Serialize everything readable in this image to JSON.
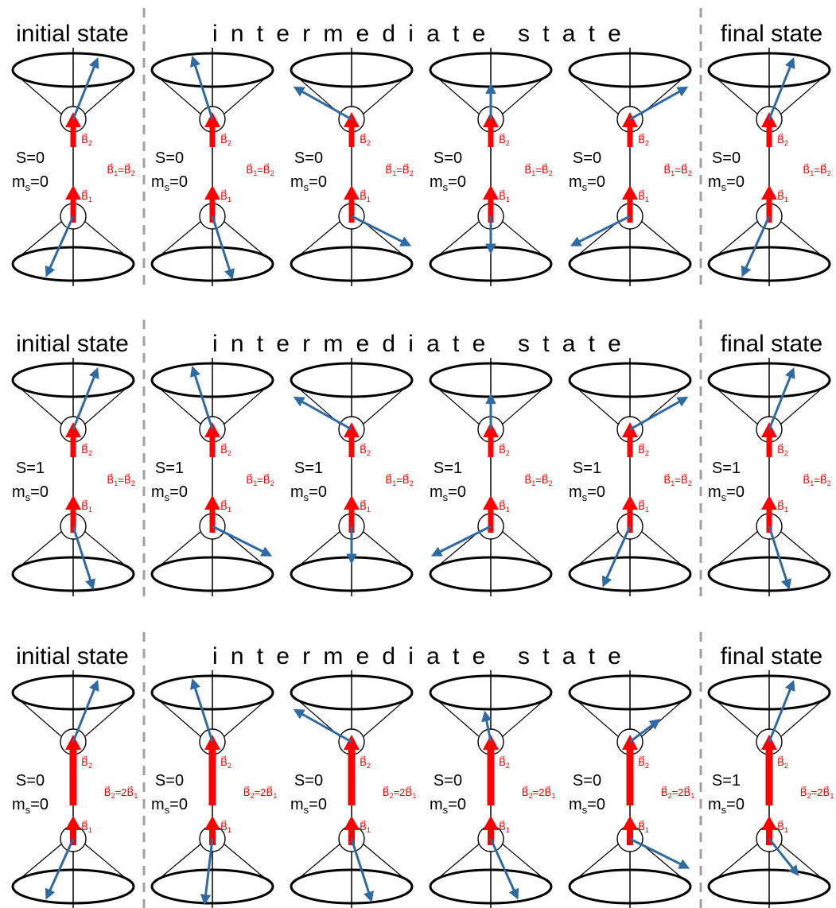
{
  "headers": {
    "initial": "initial state",
    "intermediate": "intermediate state",
    "final": "final state"
  },
  "symbols": {
    "field": "B",
    "vector_arrow": "⃗",
    "spin_prefix": "S=",
    "ms_prefix": "m",
    "ms_sub": "s",
    "ms_suffix": "=0"
  },
  "colors": {
    "field_arrow": "#ff0000",
    "spin_vector": "#2e6aa3",
    "cone": "#000000",
    "divider": "#a0a0a0"
  },
  "rows": [
    {
      "name": "row-1",
      "relation": "B1=B2",
      "panels": [
        {
          "stage": "initial",
          "S": "0",
          "ms": "0",
          "top": "right",
          "bottom": "left"
        },
        {
          "stage": "intermediate",
          "S": "0",
          "ms": "0",
          "top": "left",
          "bottom": "right-near"
        },
        {
          "stage": "intermediate",
          "S": "0",
          "ms": "0",
          "top": "far-left",
          "bottom": "far-right"
        },
        {
          "stage": "intermediate",
          "S": "0",
          "ms": "0",
          "top": "back",
          "bottom": "front"
        },
        {
          "stage": "intermediate",
          "S": "0",
          "ms": "0",
          "top": "far-right",
          "bottom": "far-left"
        },
        {
          "stage": "final",
          "S": "0",
          "ms": "0",
          "top": "right",
          "bottom": "left"
        }
      ]
    },
    {
      "name": "row-2",
      "relation": "B1=B2",
      "panels": [
        {
          "stage": "initial",
          "S": "1",
          "ms": "0",
          "top": "right",
          "bottom": "right-near"
        },
        {
          "stage": "intermediate",
          "S": "1",
          "ms": "0",
          "top": "left",
          "bottom": "far-right"
        },
        {
          "stage": "intermediate",
          "S": "1",
          "ms": "0",
          "top": "far-left",
          "bottom": "front"
        },
        {
          "stage": "intermediate",
          "S": "1",
          "ms": "0",
          "top": "back",
          "bottom": "far-left"
        },
        {
          "stage": "intermediate",
          "S": "1",
          "ms": "0",
          "top": "far-right",
          "bottom": "left"
        },
        {
          "stage": "final",
          "S": "1",
          "ms": "0",
          "top": "right",
          "bottom": "right-near"
        }
      ]
    },
    {
      "name": "row-3",
      "relation": "B2=2B1",
      "panels": [
        {
          "stage": "initial",
          "S": "0",
          "ms": "0",
          "top": "right",
          "bottom": "left"
        },
        {
          "stage": "intermediate",
          "S": "0",
          "ms": "0",
          "top": "left",
          "bottom": "front-left"
        },
        {
          "stage": "intermediate",
          "S": "0",
          "ms": "0",
          "top": "far-left",
          "bottom": "right-near"
        },
        {
          "stage": "intermediate",
          "S": "0",
          "ms": "0",
          "top": "back-small",
          "bottom": "right"
        },
        {
          "stage": "intermediate",
          "S": "0",
          "ms": "0",
          "top": "far-right-small",
          "bottom": "far-right"
        },
        {
          "stage": "final",
          "S": "1",
          "ms": "0",
          "top": "right",
          "bottom": "short-right"
        }
      ]
    }
  ]
}
